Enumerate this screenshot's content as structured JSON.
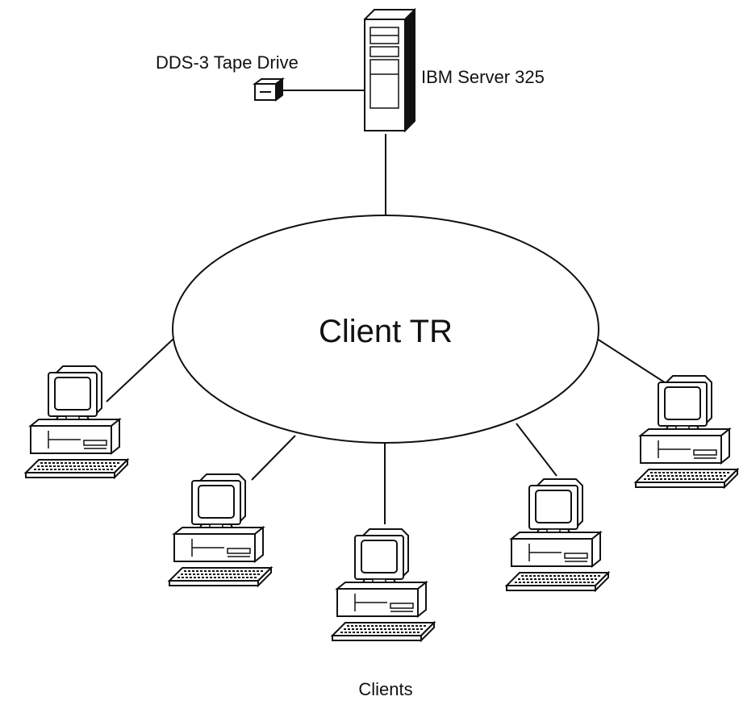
{
  "labels": {
    "tape_drive": "DDS-3 Tape Drive",
    "server": "IBM Server 325",
    "network": "Client TR",
    "clients": "Clients"
  },
  "colors": {
    "ink": "#111111",
    "background": "#ffffff"
  },
  "nodes": {
    "server": {
      "icon": "tower-server-icon"
    },
    "tape_drive": {
      "icon": "tape-drive-icon"
    },
    "network": {
      "icon": "token-ring-ellipse"
    },
    "clients": {
      "count": 5,
      "icon": "desktop-computer-icon"
    }
  }
}
